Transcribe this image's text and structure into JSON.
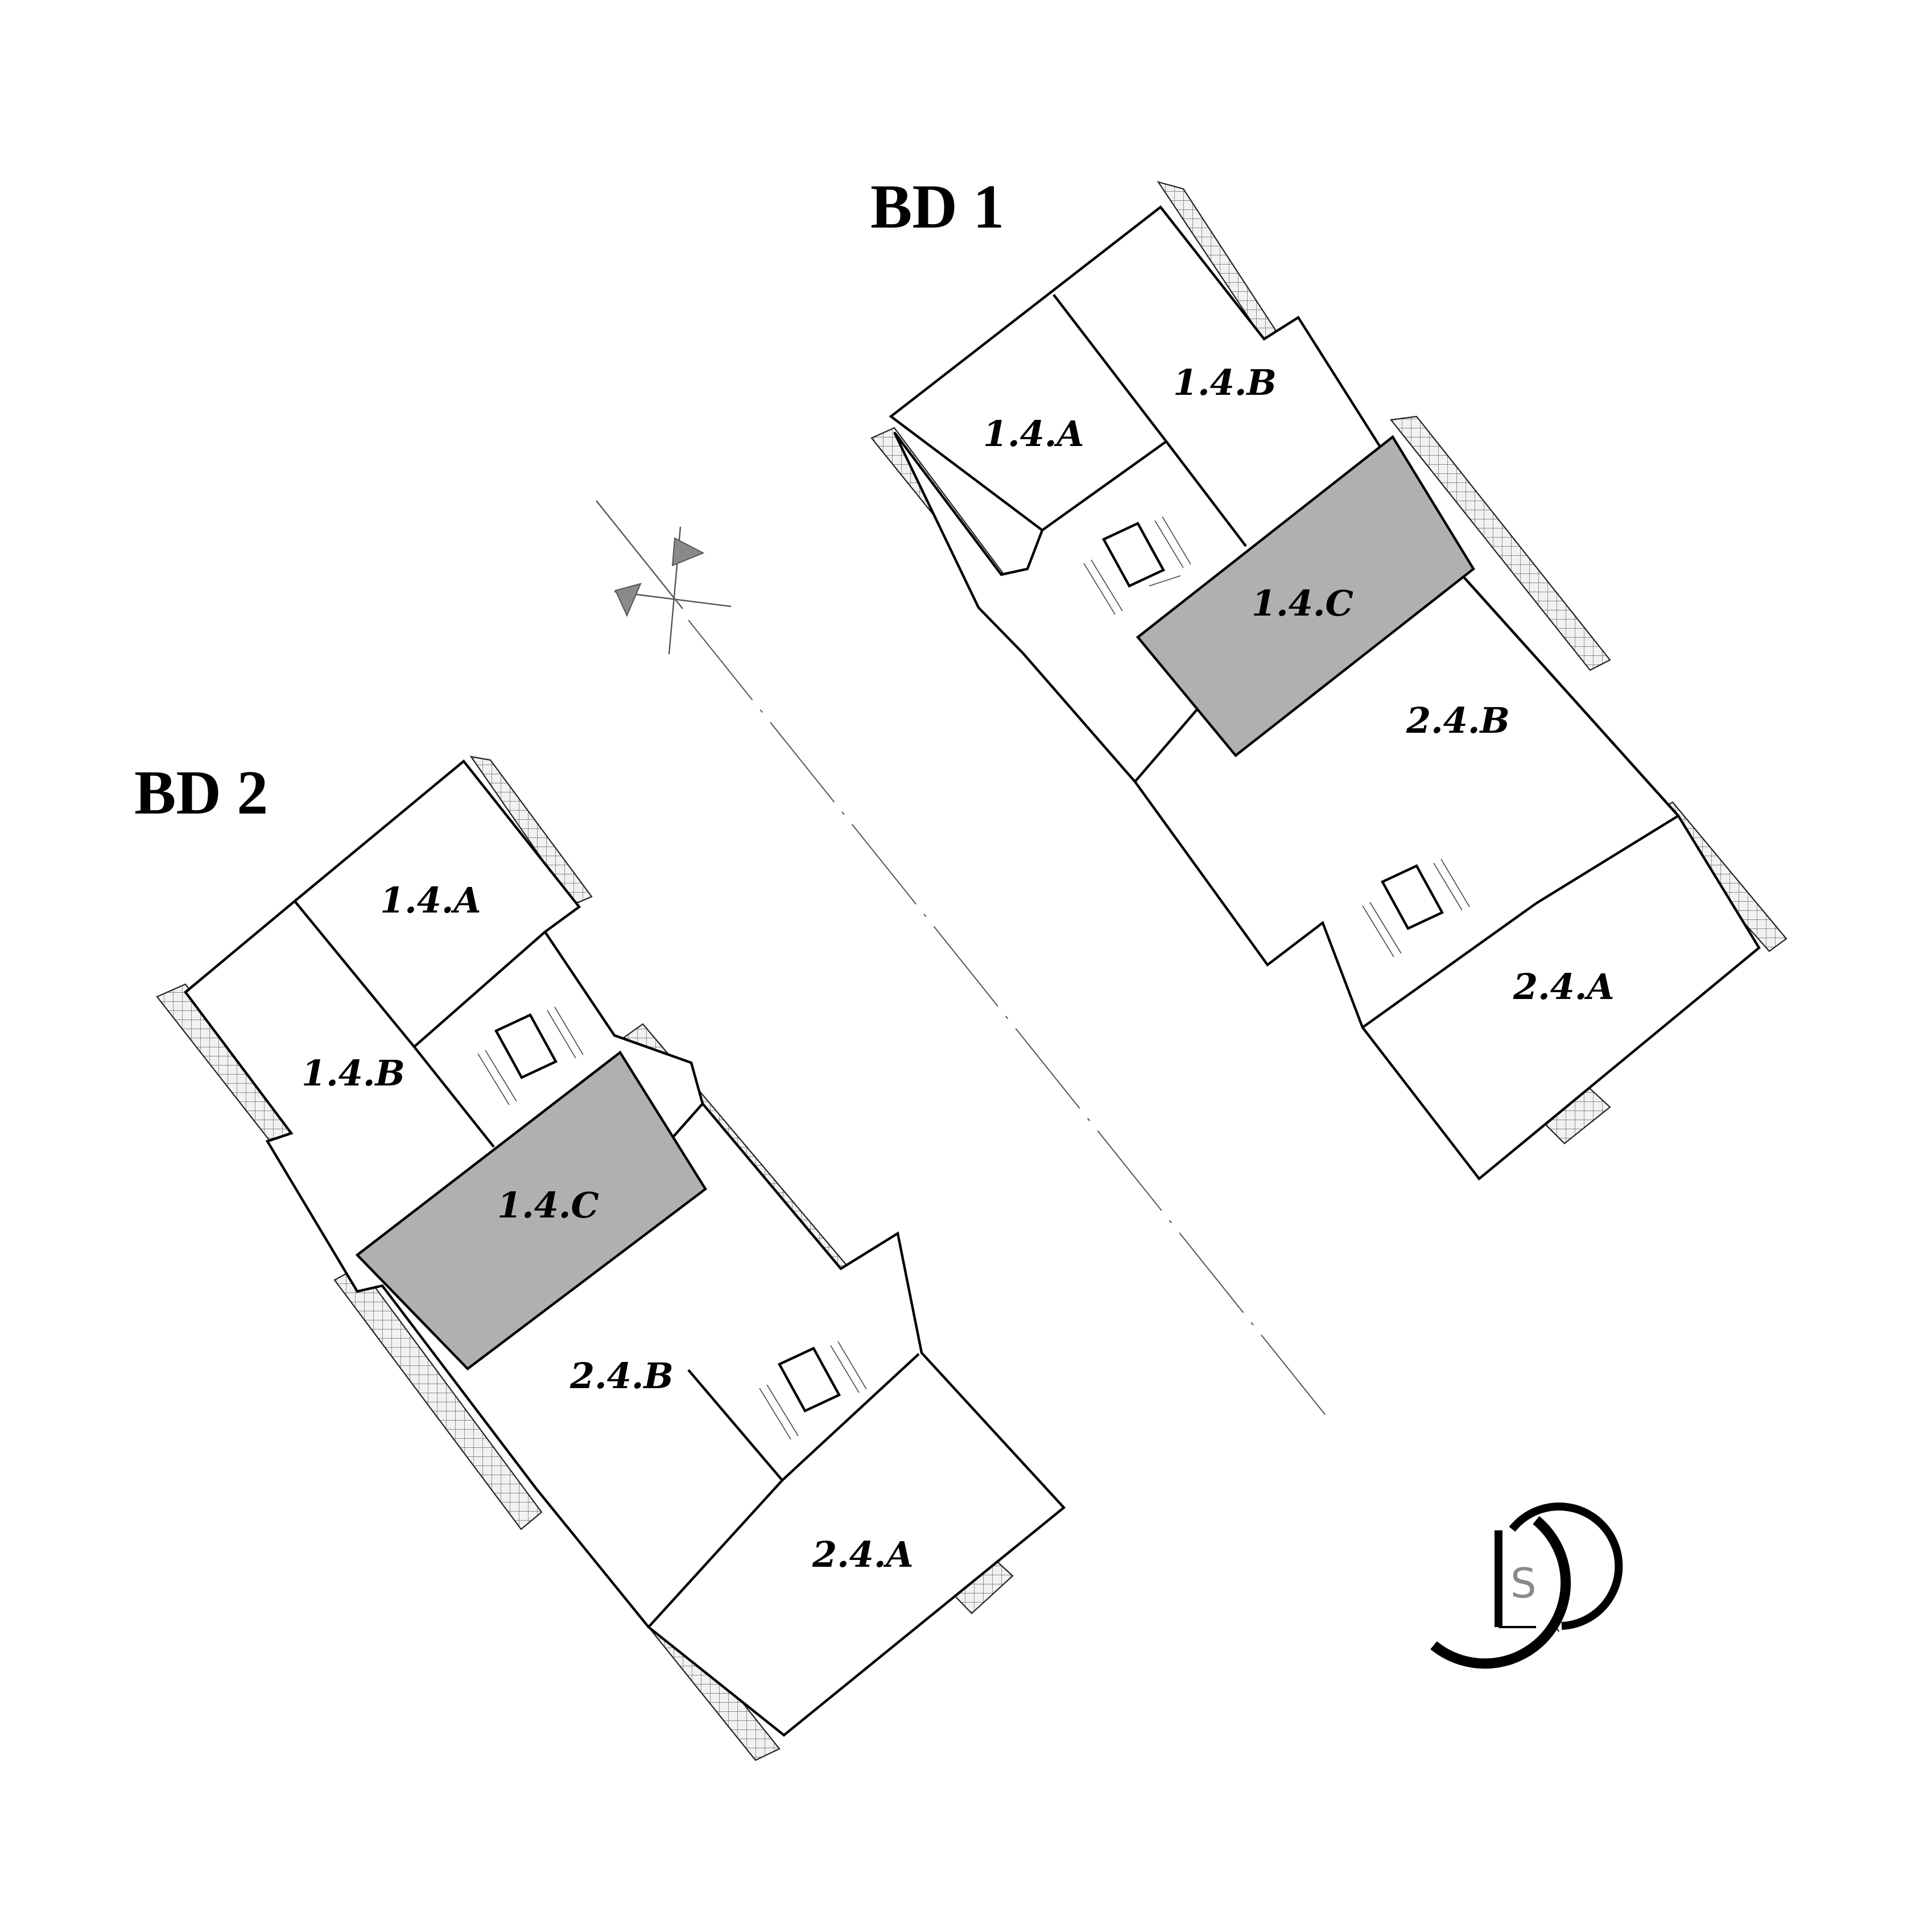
{
  "buildings": [
    {
      "name": "BD 1",
      "units": [
        {
          "label": "1.4.A",
          "highlighted": false
        },
        {
          "label": "1.4.B",
          "highlighted": false
        },
        {
          "label": "1.4.C",
          "highlighted": true
        },
        {
          "label": "2.4.B",
          "highlighted": false
        },
        {
          "label": "2.4.A",
          "highlighted": false
        }
      ]
    },
    {
      "name": "BD 2",
      "units": [
        {
          "label": "1.4.A",
          "highlighted": false
        },
        {
          "label": "1.4.B",
          "highlighted": false
        },
        {
          "label": "1.4.C",
          "highlighted": true
        },
        {
          "label": "2.4.B",
          "highlighted": false
        },
        {
          "label": "2.4.A",
          "highlighted": false
        }
      ]
    }
  ],
  "logo": {
    "letters": "LS"
  },
  "colors": {
    "highlight": "#b0b0b0",
    "line": "#000000",
    "background": "#ffffff"
  },
  "icons": [
    "north-arrow-icon",
    "hatched-balcony",
    "stair-core",
    "logo-mark"
  ]
}
